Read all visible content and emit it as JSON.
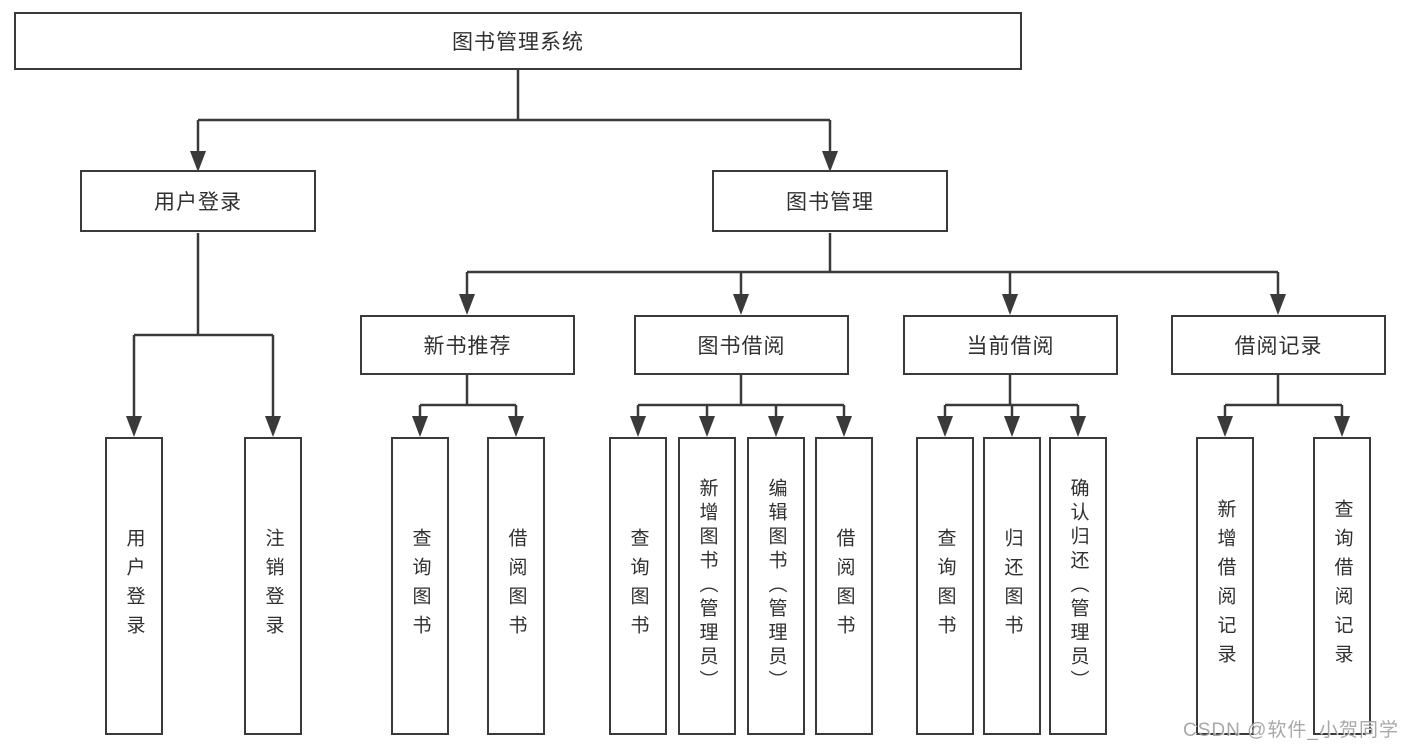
{
  "tree": {
    "root_label": "图书管理系统",
    "branches": [
      {
        "label": "用户登录",
        "children": [
          {
            "label": "用户登录"
          },
          {
            "label": "注销登录"
          }
        ]
      },
      {
        "label": "图书管理",
        "children": [
          {
            "label": "新书推荐",
            "children": [
              {
                "label": "查询图书"
              },
              {
                "label": "借阅图书"
              }
            ]
          },
          {
            "label": "图书借阅",
            "children": [
              {
                "label": "查询图书"
              },
              {
                "label": "新增图书（管理员）"
              },
              {
                "label": "编辑图书（管理员）"
              },
              {
                "label": "借阅图书"
              }
            ]
          },
          {
            "label": "当前借阅",
            "children": [
              {
                "label": "查询图书"
              },
              {
                "label": "归还图书"
              },
              {
                "label": "确认归还（管理员）"
              }
            ]
          },
          {
            "label": "借阅记录",
            "children": [
              {
                "label": "新增借阅记录"
              },
              {
                "label": "查询借阅记录"
              }
            ]
          }
        ]
      }
    ]
  },
  "colors": {
    "line": "#3a3a3a",
    "text": "#303030",
    "watermark": "#9a9a9a",
    "background": "#ffffff"
  },
  "watermark": {
    "text": "CSDN @软件_小贺同学"
  }
}
